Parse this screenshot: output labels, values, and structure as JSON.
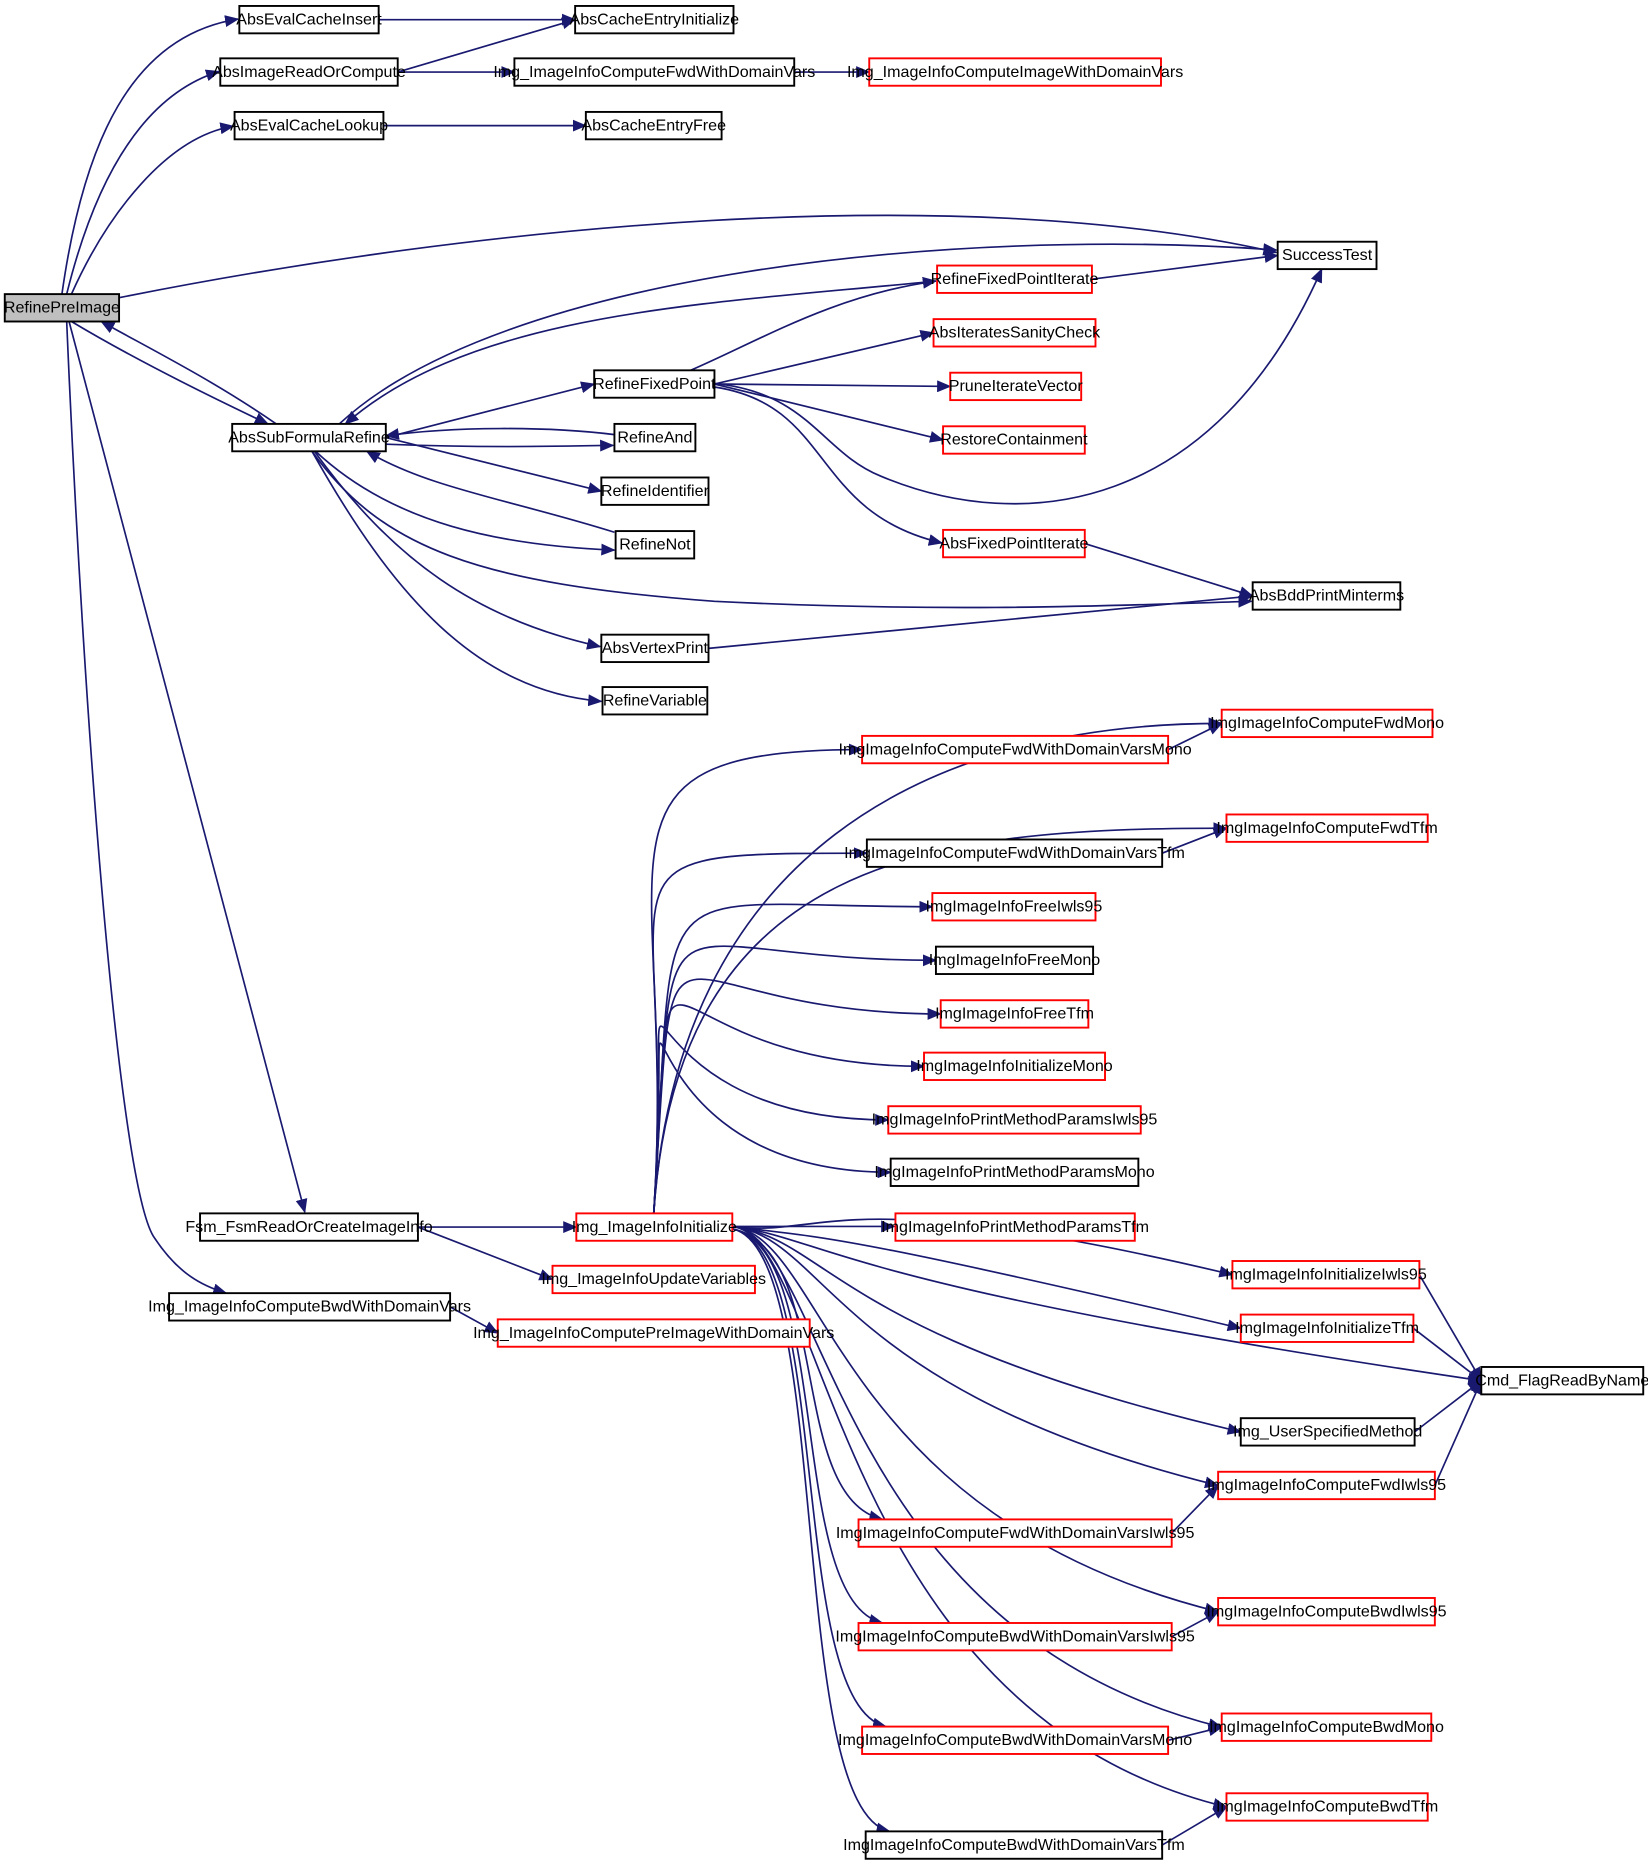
{
  "graph": {
    "colors": {
      "edge": "#191970",
      "complete_border": "#000000",
      "incomplete_border": "#ff0000",
      "root_fill": "#bfbfbf",
      "node_fill": "#ffffff"
    },
    "nodes": [
      {
        "id": "RefinePreImage",
        "label": "RefinePreImage",
        "style": "root"
      },
      {
        "id": "AbsEvalCacheInsert",
        "label": "AbsEvalCacheInsert",
        "style": "black"
      },
      {
        "id": "AbsCacheEntryInitialize",
        "label": "AbsCacheEntryInitialize",
        "style": "black"
      },
      {
        "id": "AbsImageReadOrCompute",
        "label": "AbsImageReadOrCompute",
        "style": "black"
      },
      {
        "id": "Img_ImageInfoComputeFwdWithDomainVars",
        "label": "Img_ImageInfoComputeFwdWithDomainVars",
        "style": "black"
      },
      {
        "id": "Img_ImageInfoComputeImageWithDomainVars",
        "label": "Img_ImageInfoComputeImageWithDomainVars",
        "style": "red"
      },
      {
        "id": "AbsEvalCacheLookup",
        "label": "AbsEvalCacheLookup",
        "style": "black"
      },
      {
        "id": "AbsCacheEntryFree",
        "label": "AbsCacheEntryFree",
        "style": "black"
      },
      {
        "id": "SuccessTest",
        "label": "SuccessTest",
        "style": "black"
      },
      {
        "id": "RefineFixedPointIterate",
        "label": "RefineFixedPointIterate",
        "style": "red"
      },
      {
        "id": "AbsIteratesSanityCheck",
        "label": "AbsIteratesSanityCheck",
        "style": "red"
      },
      {
        "id": "RefineFixedPoint",
        "label": "RefineFixedPoint",
        "style": "black"
      },
      {
        "id": "PruneIterateVector",
        "label": "PruneIterateVector",
        "style": "red"
      },
      {
        "id": "AbsSubFormulaRefine",
        "label": "AbsSubFormulaRefine",
        "style": "black"
      },
      {
        "id": "RefineAnd",
        "label": "RefineAnd",
        "style": "black"
      },
      {
        "id": "RestoreContainment",
        "label": "RestoreContainment",
        "style": "red"
      },
      {
        "id": "RefineIdentifier",
        "label": "RefineIdentifier",
        "style": "black"
      },
      {
        "id": "RefineNot",
        "label": "RefineNot",
        "style": "black"
      },
      {
        "id": "AbsFixedPointIterate",
        "label": "AbsFixedPointIterate",
        "style": "red"
      },
      {
        "id": "AbsBddPrintMinterms",
        "label": "AbsBddPrintMinterms",
        "style": "black"
      },
      {
        "id": "AbsVertexPrint",
        "label": "AbsVertexPrint",
        "style": "black"
      },
      {
        "id": "RefineVariable",
        "label": "RefineVariable",
        "style": "black"
      },
      {
        "id": "ImgImageInfoComputeFwdMono",
        "label": "ImgImageInfoComputeFwdMono",
        "style": "red"
      },
      {
        "id": "ImgImageInfoComputeFwdWithDomainVarsMono",
        "label": "ImgImageInfoComputeFwdWithDomainVarsMono",
        "style": "red"
      },
      {
        "id": "ImgImageInfoComputeFwdTfm",
        "label": "ImgImageInfoComputeFwdTfm",
        "style": "red"
      },
      {
        "id": "ImgImageInfoComputeFwdWithDomainVarsTfm",
        "label": "ImgImageInfoComputeFwdWithDomainVarsTfm",
        "style": "black"
      },
      {
        "id": "ImgImageInfoFreeIwls95",
        "label": "ImgImageInfoFreeIwls95",
        "style": "red"
      },
      {
        "id": "ImgImageInfoFreeMono",
        "label": "ImgImageInfoFreeMono",
        "style": "black"
      },
      {
        "id": "ImgImageInfoFreeTfm",
        "label": "ImgImageInfoFreeTfm",
        "style": "red"
      },
      {
        "id": "ImgImageInfoInitializeMono",
        "label": "ImgImageInfoInitializeMono",
        "style": "red"
      },
      {
        "id": "ImgImageInfoPrintMethodParamsIwls95",
        "label": "ImgImageInfoPrintMethodParamsIwls95",
        "style": "red"
      },
      {
        "id": "ImgImageInfoPrintMethodParamsMono",
        "label": "ImgImageInfoPrintMethodParamsMono",
        "style": "black"
      },
      {
        "id": "Fsm_FsmReadOrCreateImageInfo",
        "label": "Fsm_FsmReadOrCreateImageInfo",
        "style": "black"
      },
      {
        "id": "Img_ImageInfoInitialize",
        "label": "Img_ImageInfoInitialize",
        "style": "red"
      },
      {
        "id": "ImgImageInfoPrintMethodParamsTfm",
        "label": "ImgImageInfoPrintMethodParamsTfm",
        "style": "red"
      },
      {
        "id": "ImgImageInfoInitializeIwls95",
        "label": "ImgImageInfoInitializeIwls95",
        "style": "red"
      },
      {
        "id": "Img_ImageInfoUpdateVariables",
        "label": "Img_ImageInfoUpdateVariables",
        "style": "red"
      },
      {
        "id": "Img_ImageInfoComputeBwdWithDomainVars",
        "label": "Img_ImageInfoComputeBwdWithDomainVars",
        "style": "black"
      },
      {
        "id": "ImgImageInfoInitializeTfm",
        "label": "ImgImageInfoInitializeTfm",
        "style": "red"
      },
      {
        "id": "Img_ImageInfoComputePreImageWithDomainVars",
        "label": "Img_ImageInfoComputePreImageWithDomainVars",
        "style": "red"
      },
      {
        "id": "Cmd_FlagReadByName",
        "label": "Cmd_FlagReadByName",
        "style": "black"
      },
      {
        "id": "Img_UserSpecifiedMethod",
        "label": "Img_UserSpecifiedMethod",
        "style": "black"
      },
      {
        "id": "ImgImageInfoComputeFwdIwls95",
        "label": "ImgImageInfoComputeFwdIwls95",
        "style": "red"
      },
      {
        "id": "ImgImageInfoComputeFwdWithDomainVarsIwls95",
        "label": "ImgImageInfoComputeFwdWithDomainVarsIwls95",
        "style": "red"
      },
      {
        "id": "ImgImageInfoComputeBwdIwls95",
        "label": "ImgImageInfoComputeBwdIwls95",
        "style": "red"
      },
      {
        "id": "ImgImageInfoComputeBwdWithDomainVarsIwls95",
        "label": "ImgImageInfoComputeBwdWithDomainVarsIwls95",
        "style": "red"
      },
      {
        "id": "ImgImageInfoComputeBwdMono",
        "label": "ImgImageInfoComputeBwdMono",
        "style": "red"
      },
      {
        "id": "ImgImageInfoComputeBwdWithDomainVarsMono",
        "label": "ImgImageInfoComputeBwdWithDomainVarsMono",
        "style": "red"
      },
      {
        "id": "ImgImageInfoComputeBwdTfm",
        "label": "ImgImageInfoComputeBwdTfm",
        "style": "red"
      },
      {
        "id": "ImgImageInfoComputeBwdWithDomainVarsTfm",
        "label": "ImgImageInfoComputeBwdWithDomainVarsTfm",
        "style": "black"
      }
    ],
    "edges": [
      [
        "RefinePreImage",
        "AbsEvalCacheInsert"
      ],
      [
        "RefinePreImage",
        "AbsImageReadOrCompute"
      ],
      [
        "RefinePreImage",
        "AbsEvalCacheLookup"
      ],
      [
        "RefinePreImage",
        "SuccessTest"
      ],
      [
        "RefinePreImage",
        "AbsSubFormulaRefine"
      ],
      [
        "RefinePreImage",
        "Fsm_FsmReadOrCreateImageInfo"
      ],
      [
        "RefinePreImage",
        "Img_ImageInfoComputeBwdWithDomainVars"
      ],
      [
        "AbsEvalCacheInsert",
        "AbsCacheEntryInitialize"
      ],
      [
        "AbsImageReadOrCompute",
        "AbsCacheEntryInitialize"
      ],
      [
        "AbsImageReadOrCompute",
        "Img_ImageInfoComputeFwdWithDomainVars"
      ],
      [
        "Img_ImageInfoComputeFwdWithDomainVars",
        "Img_ImageInfoComputeImageWithDomainVars"
      ],
      [
        "AbsEvalCacheLookup",
        "AbsCacheEntryFree"
      ],
      [
        "AbsSubFormulaRefine",
        "RefinePreImage"
      ],
      [
        "AbsSubFormulaRefine",
        "SuccessTest"
      ],
      [
        "AbsSubFormulaRefine",
        "RefineFixedPoint"
      ],
      [
        "AbsSubFormulaRefine",
        "RefineAnd"
      ],
      [
        "AbsSubFormulaRefine",
        "RefineIdentifier"
      ],
      [
        "AbsSubFormulaRefine",
        "RefineNot"
      ],
      [
        "AbsSubFormulaRefine",
        "AbsBddPrintMinterms"
      ],
      [
        "AbsSubFormulaRefine",
        "AbsVertexPrint"
      ],
      [
        "AbsSubFormulaRefine",
        "RefineVariable"
      ],
      [
        "RefineFixedPointIterate",
        "AbsSubFormulaRefine"
      ],
      [
        "RefineFixedPointIterate",
        "SuccessTest"
      ],
      [
        "RefineFixedPoint",
        "RefineFixedPointIterate"
      ],
      [
        "RefineFixedPoint",
        "AbsIteratesSanityCheck"
      ],
      [
        "RefineFixedPoint",
        "PruneIterateVector"
      ],
      [
        "RefineFixedPoint",
        "RestoreContainment"
      ],
      [
        "RefineFixedPoint",
        "AbsFixedPointIterate"
      ],
      [
        "RefineFixedPoint",
        "SuccessTest"
      ],
      [
        "RefineAnd",
        "AbsSubFormulaRefine"
      ],
      [
        "RefineNot",
        "AbsSubFormulaRefine"
      ],
      [
        "AbsFixedPointIterate",
        "AbsBddPrintMinterms"
      ],
      [
        "AbsVertexPrint",
        "AbsBddPrintMinterms"
      ],
      [
        "Fsm_FsmReadOrCreateImageInfo",
        "Img_ImageInfoInitialize"
      ],
      [
        "Fsm_FsmReadOrCreateImageInfo",
        "Img_ImageInfoUpdateVariables"
      ],
      [
        "Img_ImageInfoComputeBwdWithDomainVars",
        "Img_ImageInfoComputePreImageWithDomainVars"
      ],
      [
        "Img_ImageInfoInitialize",
        "ImgImageInfoComputeFwdMono"
      ],
      [
        "Img_ImageInfoInitialize",
        "ImgImageInfoComputeFwdWithDomainVarsMono"
      ],
      [
        "Img_ImageInfoInitialize",
        "ImgImageInfoComputeFwdTfm"
      ],
      [
        "Img_ImageInfoInitialize",
        "ImgImageInfoComputeFwdWithDomainVarsTfm"
      ],
      [
        "Img_ImageInfoInitialize",
        "ImgImageInfoFreeIwls95"
      ],
      [
        "Img_ImageInfoInitialize",
        "ImgImageInfoFreeMono"
      ],
      [
        "Img_ImageInfoInitialize",
        "ImgImageInfoFreeTfm"
      ],
      [
        "Img_ImageInfoInitialize",
        "ImgImageInfoInitializeMono"
      ],
      [
        "Img_ImageInfoInitialize",
        "ImgImageInfoPrintMethodParamsIwls95"
      ],
      [
        "Img_ImageInfoInitialize",
        "ImgImageInfoPrintMethodParamsMono"
      ],
      [
        "Img_ImageInfoInitialize",
        "ImgImageInfoPrintMethodParamsTfm"
      ],
      [
        "Img_ImageInfoInitialize",
        "ImgImageInfoInitializeIwls95"
      ],
      [
        "Img_ImageInfoInitialize",
        "ImgImageInfoInitializeTfm"
      ],
      [
        "Img_ImageInfoInitialize",
        "Cmd_FlagReadByName"
      ],
      [
        "Img_ImageInfoInitialize",
        "Img_UserSpecifiedMethod"
      ],
      [
        "Img_ImageInfoInitialize",
        "ImgImageInfoComputeFwdIwls95"
      ],
      [
        "Img_ImageInfoInitialize",
        "ImgImageInfoComputeFwdWithDomainVarsIwls95"
      ],
      [
        "Img_ImageInfoInitialize",
        "ImgImageInfoComputeBwdIwls95"
      ],
      [
        "Img_ImageInfoInitialize",
        "ImgImageInfoComputeBwdWithDomainVarsIwls95"
      ],
      [
        "Img_ImageInfoInitialize",
        "ImgImageInfoComputeBwdMono"
      ],
      [
        "Img_ImageInfoInitialize",
        "ImgImageInfoComputeBwdWithDomainVarsMono"
      ],
      [
        "Img_ImageInfoInitialize",
        "ImgImageInfoComputeBwdTfm"
      ],
      [
        "Img_ImageInfoInitialize",
        "ImgImageInfoComputeBwdWithDomainVarsTfm"
      ],
      [
        "ImgImageInfoComputeFwdWithDomainVarsMono",
        "ImgImageInfoComputeFwdMono"
      ],
      [
        "ImgImageInfoComputeFwdWithDomainVarsTfm",
        "ImgImageInfoComputeFwdTfm"
      ],
      [
        "ImgImageInfoInitializeIwls95",
        "Cmd_FlagReadByName"
      ],
      [
        "ImgImageInfoInitializeTfm",
        "Cmd_FlagReadByName"
      ],
      [
        "Img_UserSpecifiedMethod",
        "Cmd_FlagReadByName"
      ],
      [
        "ImgImageInfoComputeFwdIwls95",
        "Cmd_FlagReadByName"
      ],
      [
        "ImgImageInfoComputeFwdWithDomainVarsIwls95",
        "ImgImageInfoComputeFwdIwls95"
      ],
      [
        "ImgImageInfoComputeBwdWithDomainVarsIwls95",
        "ImgImageInfoComputeBwdIwls95"
      ],
      [
        "ImgImageInfoComputeBwdWithDomainVarsMono",
        "ImgImageInfoComputeBwdMono"
      ],
      [
        "ImgImageInfoComputeBwdWithDomainVarsTfm",
        "ImgImageInfoComputeBwdTfm"
      ]
    ]
  }
}
